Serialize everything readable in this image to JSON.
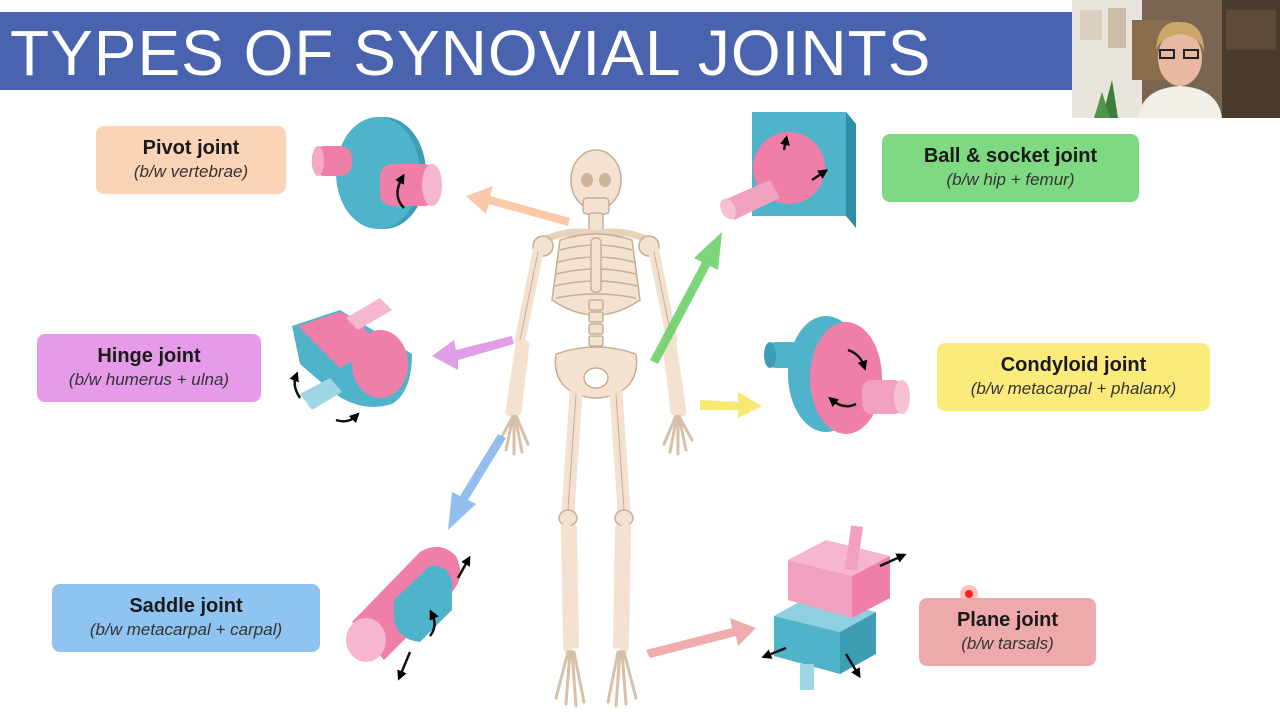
{
  "title": "TYPES OF SYNOVIAL JOINTS",
  "colors": {
    "title_bar": "#4a63ae",
    "pink": "#ef7fa8",
    "teal": "#4fb3c9",
    "bone": "#f1dcc8"
  },
  "joints": [
    {
      "name": "Pivot joint",
      "location": "(b/w vertebrae)",
      "box_color": "#fbd3b6",
      "arrow_color": "#f8c3a0"
    },
    {
      "name": "Ball & socket joint",
      "location": "(b/w hip + femur)",
      "box_color": "#7fd882",
      "arrow_color": "#6ed06a"
    },
    {
      "name": "Hinge joint",
      "location": "(b/w humerus + ulna)",
      "box_color": "#e59bea",
      "arrow_color": "#dd94e4"
    },
    {
      "name": "Condyloid joint",
      "location": "(b/w metacarpal + phalanx)",
      "box_color": "#fbeb7a",
      "arrow_color": "#f8e76a"
    },
    {
      "name": "Saddle joint",
      "location": "(b/w metacarpal + carpal)",
      "box_color": "#8fc3f0",
      "arrow_color": "#86b8ec"
    },
    {
      "name": "Plane joint",
      "location": "(b/w tarsals)",
      "box_color": "#eeaaaa",
      "arrow_color": "#eda3a3"
    }
  ],
  "webcam": {
    "description_icon": "presenter-webcam"
  }
}
